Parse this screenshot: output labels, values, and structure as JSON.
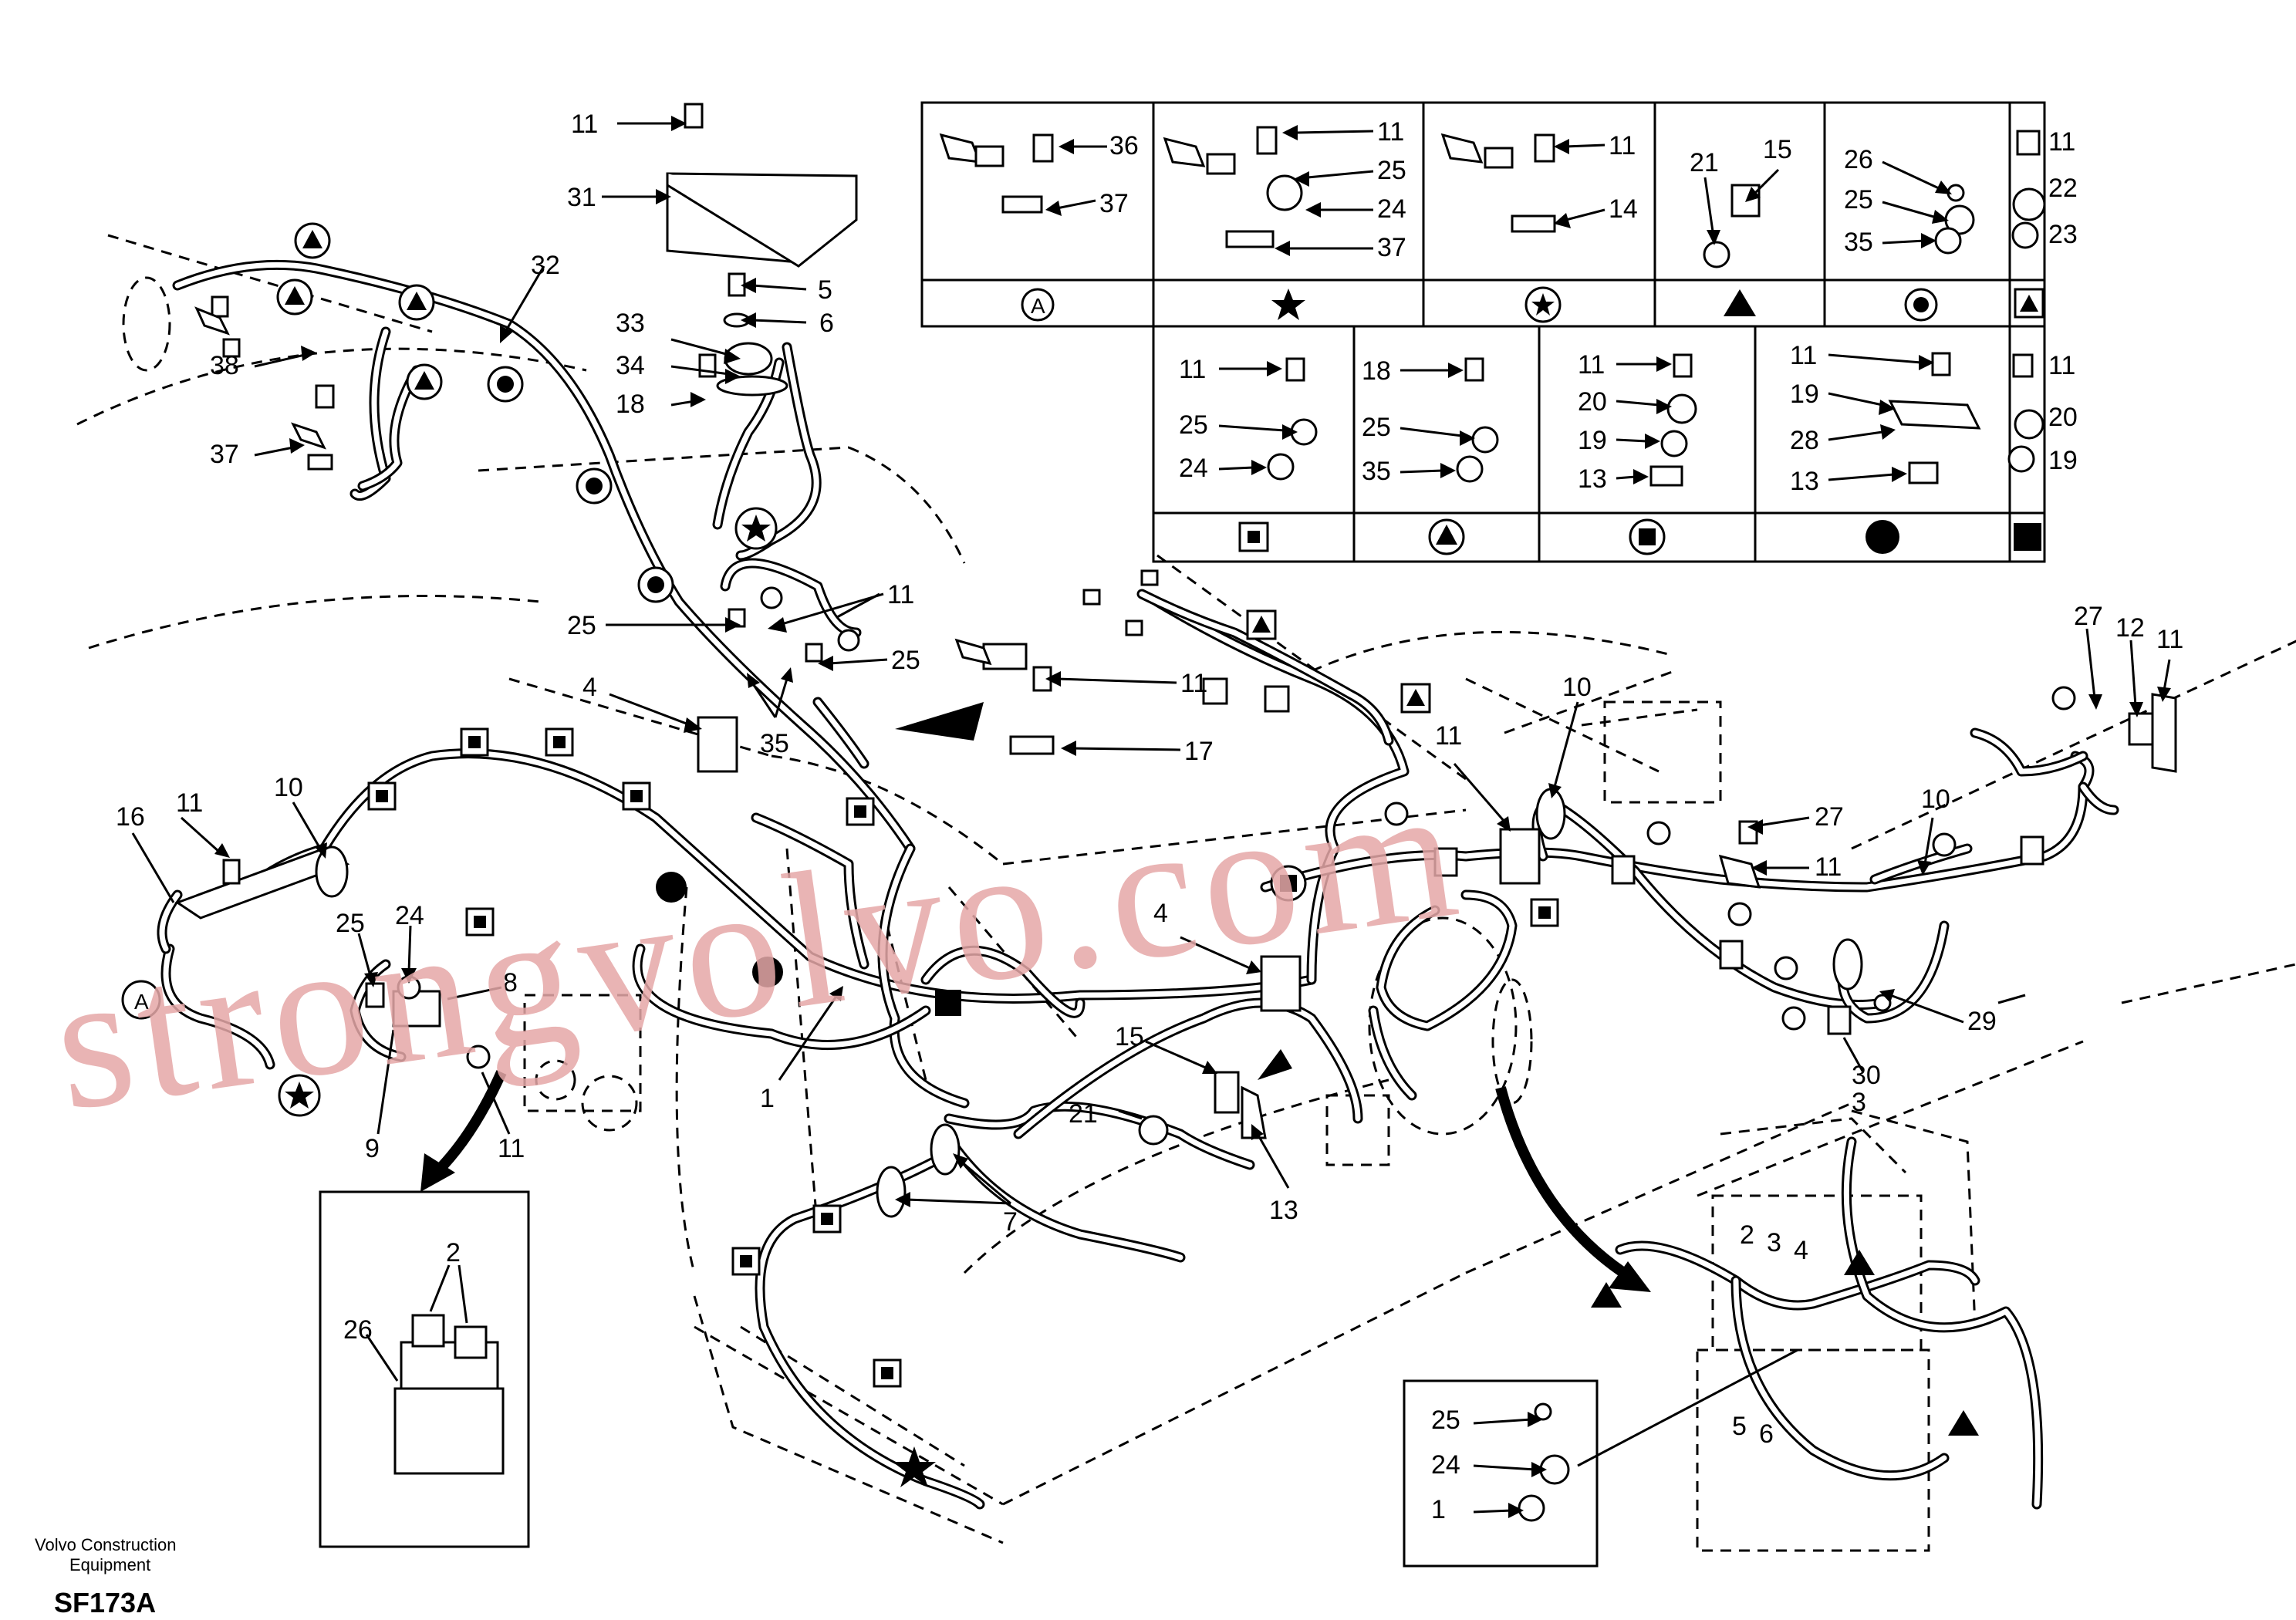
{
  "diagram": {
    "title_code": "SF173A",
    "manufacturer_line1": "Volvo Construction",
    "manufacturer_line2": "Equipment",
    "watermark": "strongvolvo.com"
  },
  "legend_top": [
    {
      "symbol": "circle-letter-A",
      "symbol_text": "A",
      "items": [
        "36",
        "37"
      ]
    },
    {
      "symbol": "star",
      "items": [
        "11",
        "25",
        "24",
        "37"
      ]
    },
    {
      "symbol": "circle-star",
      "items": [
        "11",
        "14"
      ]
    },
    {
      "symbol": "triangle",
      "items": [
        "21",
        "15"
      ]
    },
    {
      "symbol": "circle-dot",
      "items": [
        "26",
        "25",
        "35"
      ]
    },
    {
      "symbol": "square-triangle",
      "items": [
        "11",
        "22",
        "23"
      ]
    }
  ],
  "legend_bottom": [
    {
      "symbol": "square-square",
      "items": [
        "11",
        "25",
        "24"
      ]
    },
    {
      "symbol": "circle-triangle",
      "items": [
        "18",
        "25",
        "35"
      ]
    },
    {
      "symbol": "circle-square",
      "items": [
        "11",
        "20",
        "19",
        "13"
      ]
    },
    {
      "symbol": "filled-circle",
      "items": [
        "11",
        "19",
        "28",
        "13"
      ]
    },
    {
      "symbol": "filled-square",
      "items": [
        "11",
        "20",
        "19"
      ]
    }
  ],
  "callouts": [
    "11",
    "31",
    "32",
    "5",
    "6",
    "33",
    "34",
    "18",
    "38",
    "37",
    "25",
    "11",
    "25",
    "35",
    "4",
    "11",
    "17",
    "16",
    "11",
    "10",
    "25",
    "24",
    "8",
    "9",
    "11",
    "1",
    "21",
    "15",
    "13",
    "7",
    "4",
    "10",
    "11",
    "27",
    "12",
    "11",
    "27",
    "11",
    "10",
    "29",
    "30",
    "3",
    "2",
    "26",
    "25",
    "24",
    "1",
    "2",
    "3",
    "4",
    "5",
    "6"
  ],
  "symbol_letter": "A"
}
